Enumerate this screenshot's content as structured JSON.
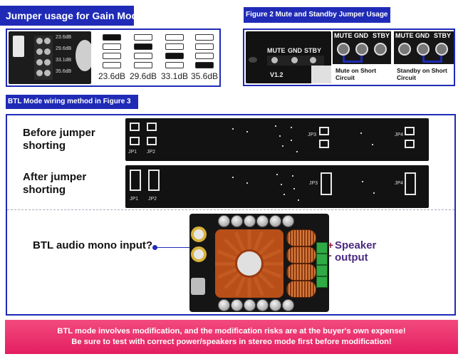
{
  "gain_panel": {
    "header": "Jumper usage for Gain Mode in",
    "pcb_labels": [
      "23.6dB",
      "29.6dB",
      "33.1dB",
      "35.6dB"
    ],
    "options": [
      {
        "label": "23.6dB",
        "jumper_row": 1
      },
      {
        "label": "29.6dB",
        "jumper_row": 2
      },
      {
        "label": "33.1dB",
        "jumper_row": 3
      },
      {
        "label": "35.6dB",
        "jumper_row": 4
      }
    ]
  },
  "mute_panel": {
    "header": "Figure 2 Mute and Standby Jumper Usage",
    "pcb_silk": {
      "mute": "MUTE",
      "gnd": "GND",
      "stby": "STBY",
      "version": "V1.2"
    },
    "diagrams": [
      {
        "mute": "MUTE",
        "gnd": "GND",
        "stby": "STBY",
        "caption": "Mute on Short Circuit"
      },
      {
        "mute": "MUTE",
        "gnd": "GND",
        "stby": "STBY",
        "caption": "Standby on Short Circuit"
      }
    ]
  },
  "btl_panel": {
    "header": "BTL Mode wiring method in Figure 3",
    "before_label": "Before jumper shorting",
    "after_label": "After jumper shorting",
    "input_label": "BTL audio mono input?",
    "speaker_plus": "+",
    "speaker_minus": "-",
    "speaker_label": "Speaker output",
    "jumper_marks": [
      "JP1",
      "JP2",
      "JP3",
      "JP4"
    ]
  },
  "warning": {
    "line1": "BTL mode involves modification, and the modification risks are at the buyer's own expense!",
    "line2": "Be sure to test with correct power/speakers in stereo mode first before modification!"
  },
  "colors": {
    "accent_blue": "#1f2bb6",
    "warning_pink": "#ee2d6f",
    "pcb_black": "#121212",
    "heatsink_copper": "#c35a22",
    "terminal_green": "#2faa45"
  }
}
